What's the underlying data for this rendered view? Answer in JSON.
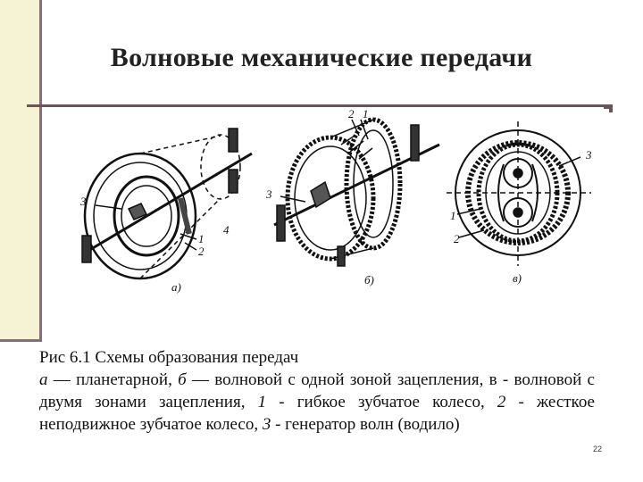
{
  "slide": {
    "title": "Волновые механические передачи",
    "page_number": "22"
  },
  "figure": {
    "labels": {
      "a_3": "3",
      "a_4": "4",
      "a_1": "1",
      "a_2": "2",
      "a_caption": "а)",
      "b_2": "2",
      "b_1": "1",
      "b_3": "3",
      "b_caption": "б)",
      "c_1": "1",
      "c_3": "3",
      "c_2": "2",
      "c_caption": "в)"
    }
  },
  "caption": {
    "line1": "Рис 6.1 Схемы образования передач",
    "a_letter": "а",
    "a_text": " — планетарной, ",
    "b_letter": "б",
    "b_text": " — волновой с одной зоной зацепления, в - волновой с двумя зонами зацепления, ",
    "n1": "1",
    "t1": " - гибкое зубчатое колесо, ",
    "n2": "2",
    "t2": " - жесткое неподвижное зубчатое колесо, ",
    "n3": "3",
    "t3": " - генератор волн (водило)"
  }
}
